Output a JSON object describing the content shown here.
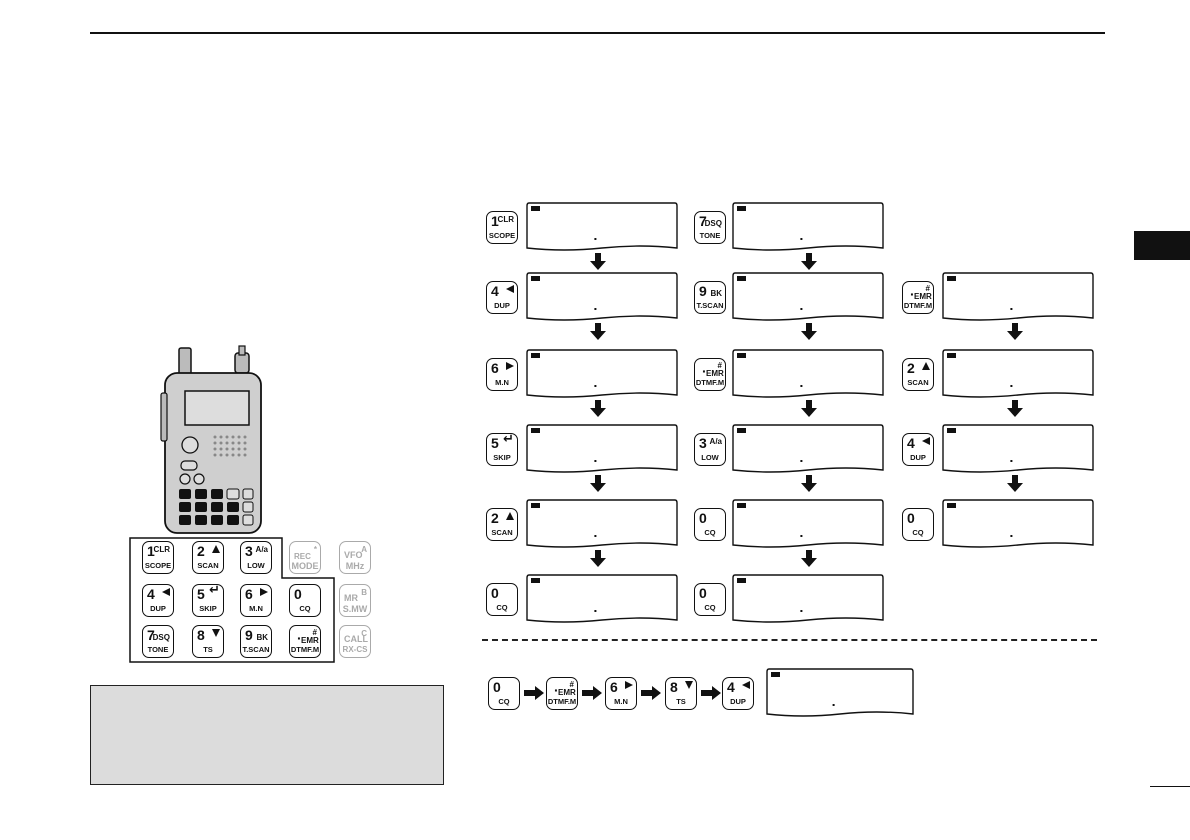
{
  "keys": {
    "k1": {
      "main": "1",
      "sup": "CLR",
      "sub": "SCOPE"
    },
    "k2": {
      "main": "2",
      "sup": "",
      "sub": "SCAN"
    },
    "k3": {
      "main": "3",
      "sup": "A/a",
      "sub": "LOW"
    },
    "k4": {
      "main": "4",
      "sup": "",
      "sub": "DUP"
    },
    "k5": {
      "main": "5",
      "sup": "",
      "sub": "SKIP"
    },
    "k6": {
      "main": "6",
      "sup": "",
      "sub": "M.N"
    },
    "k7": {
      "main": "7",
      "sup": "DSQ",
      "sub": "TONE"
    },
    "k8": {
      "main": "8",
      "sup": "",
      "sub": "TS"
    },
    "k9": {
      "main": "9",
      "sup": "BK",
      "sub": "T.SCAN"
    },
    "k0": {
      "main": "0",
      "sup": "",
      "sub": "CQ"
    },
    "kdot": {
      "main": "·",
      "sup": "# EMR",
      "sub": "DTMF.M"
    },
    "rec": {
      "main": "REC",
      "sup": "*",
      "sub": "MODE"
    },
    "vfo": {
      "main": "VFO",
      "sup": "A",
      "sub": "MHz"
    },
    "mr": {
      "main": "MR",
      "sup": "B",
      "sub": "S.MW"
    },
    "call": {
      "main": "CALL",
      "sup": "C",
      "sub": "RX-CS"
    }
  },
  "icons": {
    "down_arrow": "down-arrow-icon",
    "right_arrow": "right-arrow-icon",
    "lcd_indicator": "battery-indicator-icon"
  }
}
